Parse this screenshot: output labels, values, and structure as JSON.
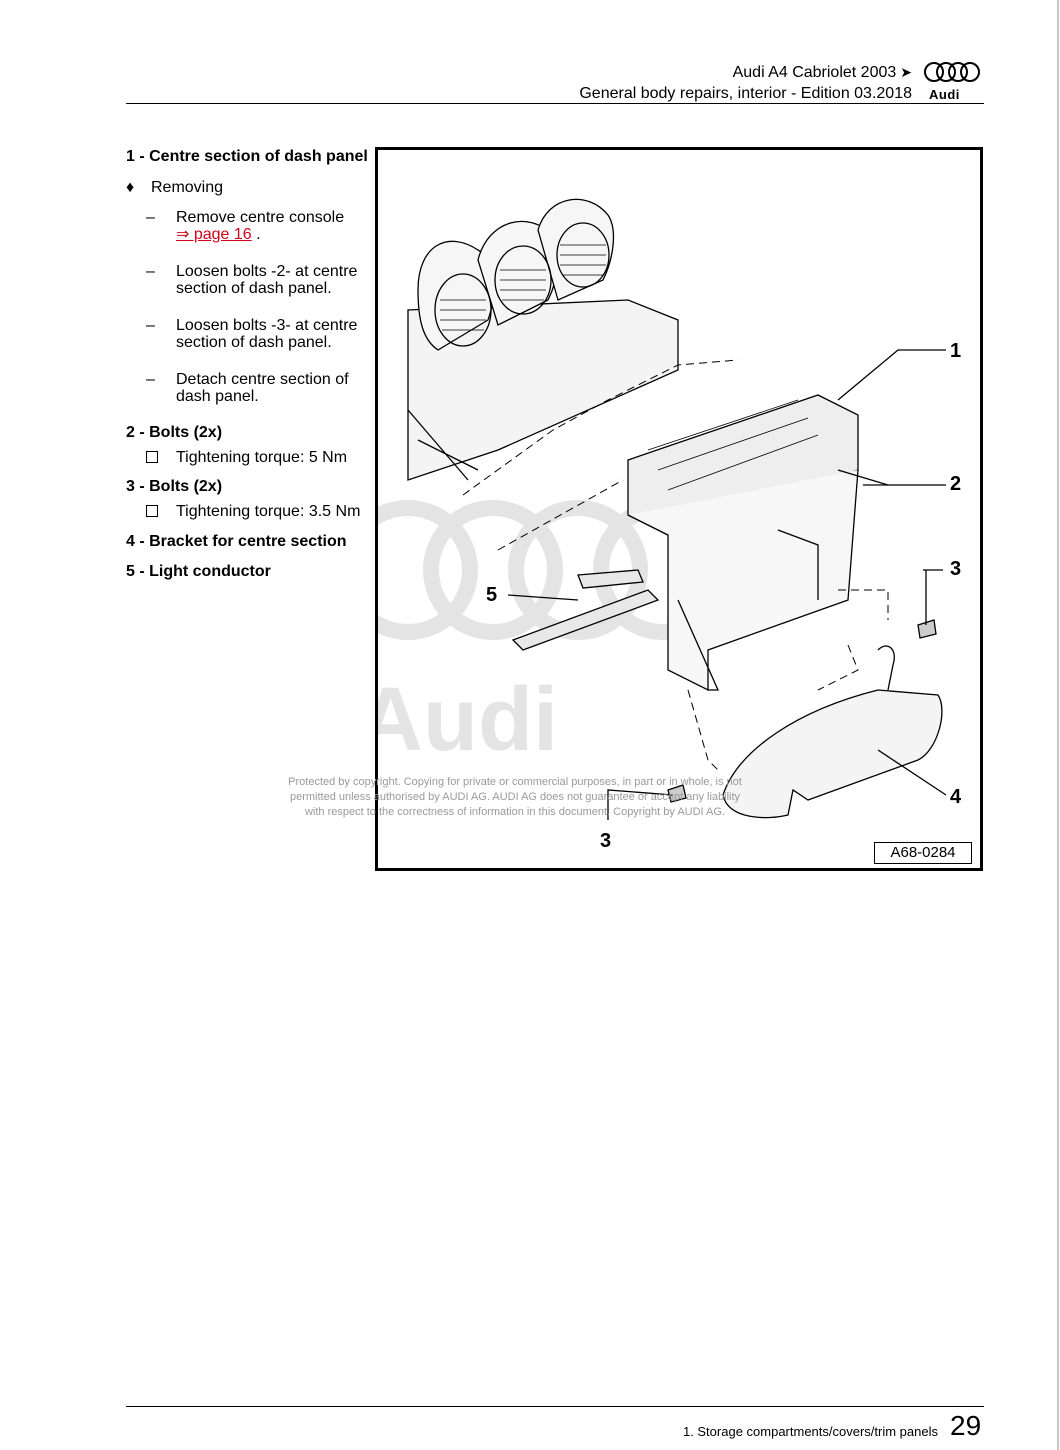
{
  "header": {
    "title": "Audi A4 Cabriolet 2003",
    "subtitle": "General body repairs, interior - Edition 03.2018",
    "brand": "Audi"
  },
  "items": [
    {
      "heading": "1 - Centre section of dash panel",
      "steps": [
        {
          "type": "bullet",
          "text": "Removing"
        },
        {
          "type": "dash",
          "text": "Remove centre console",
          "link": "⇒ page 16",
          "suffix": " ."
        },
        {
          "type": "dash",
          "text": "Loosen bolts -2- at centre section of dash panel."
        },
        {
          "type": "dash",
          "text": "Loosen bolts -3- at centre section of dash panel."
        },
        {
          "type": "dash",
          "text": "Detach centre section of dash panel."
        }
      ]
    },
    {
      "heading": "2 - Bolts (2x)",
      "steps": [
        {
          "type": "check",
          "text": "Tightening torque: 5 Nm"
        }
      ]
    },
    {
      "heading": "3 - Bolts (2x)",
      "steps": [
        {
          "type": "check",
          "text": "Tightening torque: 3.5 Nm"
        }
      ]
    },
    {
      "heading": "4 - Bracket for centre section",
      "steps": []
    },
    {
      "heading": "5 - Light conductor",
      "steps": []
    }
  ],
  "figure": {
    "id": "A68-0284",
    "callouts": [
      "1",
      "2",
      "3",
      "3",
      "4",
      "5"
    ]
  },
  "watermark": {
    "brand": "Audi",
    "lines": [
      "Protected by copyright. Copying for private or commercial purposes, in part or in whole, is not",
      "permitted unless authorised by AUDI AG. AUDI AG does not guarantee or accept any liability",
      "with respect to the correctness of information in this document. Copyright by AUDI AG."
    ]
  },
  "footer": {
    "section": "1. Storage compartments/covers/trim panels",
    "page": "29"
  }
}
